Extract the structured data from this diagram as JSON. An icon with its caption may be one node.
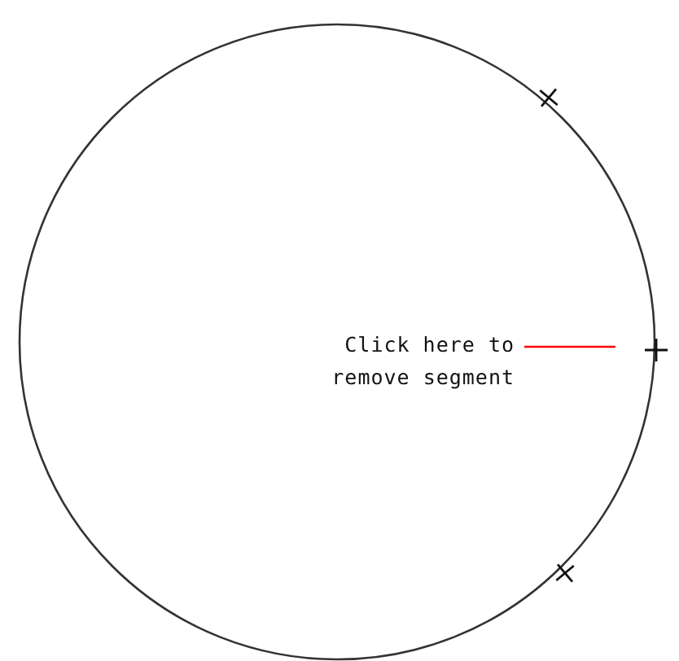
{
  "diagram": {
    "nodes": [
      {
        "text": [],
        "shape": "cross"
      },
      {
        "text": [
          "Click here to remove segment"
        ]
      },
      {
        "text": [],
        "shape": "cross"
      },
      {
        "text": [],
        "shape": "cross"
      }
    ],
    "edges": [
      {
        "from": 1,
        "to": 2,
        "arrow": "none",
        "color": "#ff0000"
      }
    ]
  }
}
